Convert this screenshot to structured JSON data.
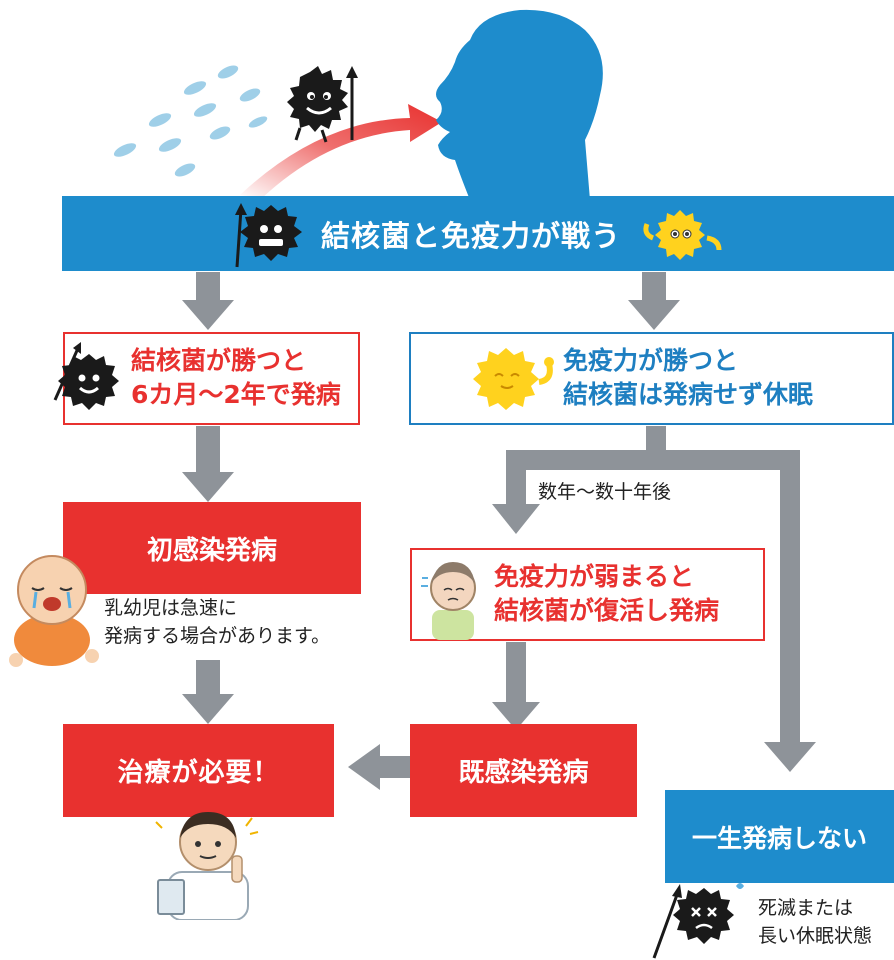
{
  "banner": {
    "title": "結核菌と免疫力が戦う"
  },
  "left_box": {
    "line1": "結核菌が勝つと",
    "line2": "6カ月〜2年で発病"
  },
  "right_box": {
    "line1": "免疫力が勝つと",
    "line2": "結核菌は発病せず休眠"
  },
  "years_label": "数年〜数十年後",
  "primary_box": {
    "label": "初感染発病"
  },
  "infant_note": {
    "line1": "乳幼児は急速に",
    "line2": "発病する場合があります。"
  },
  "reactivation_box": {
    "line1": "免疫力が弱まると",
    "line2": "結核菌が復活し発病"
  },
  "treatment_box": {
    "label": "治療が必要！"
  },
  "latent_box": {
    "label": "既感染発病"
  },
  "never_box": {
    "label": "一生発病しない"
  },
  "never_note": {
    "line1": "死滅または",
    "line2": "長い休眠状態"
  },
  "colors": {
    "blue": "#1e8ccc",
    "red": "#e8312f",
    "arrow_gray": "#8e9399",
    "germ": "#1a1a1a",
    "immune": "#ffd21e"
  },
  "icons": [
    "droplets-icon",
    "germ-icon",
    "person-silhouette-icon",
    "immune-cell-icon",
    "baby-icon",
    "doctor-icon",
    "sick-woman-icon",
    "dead-germ-icon"
  ]
}
